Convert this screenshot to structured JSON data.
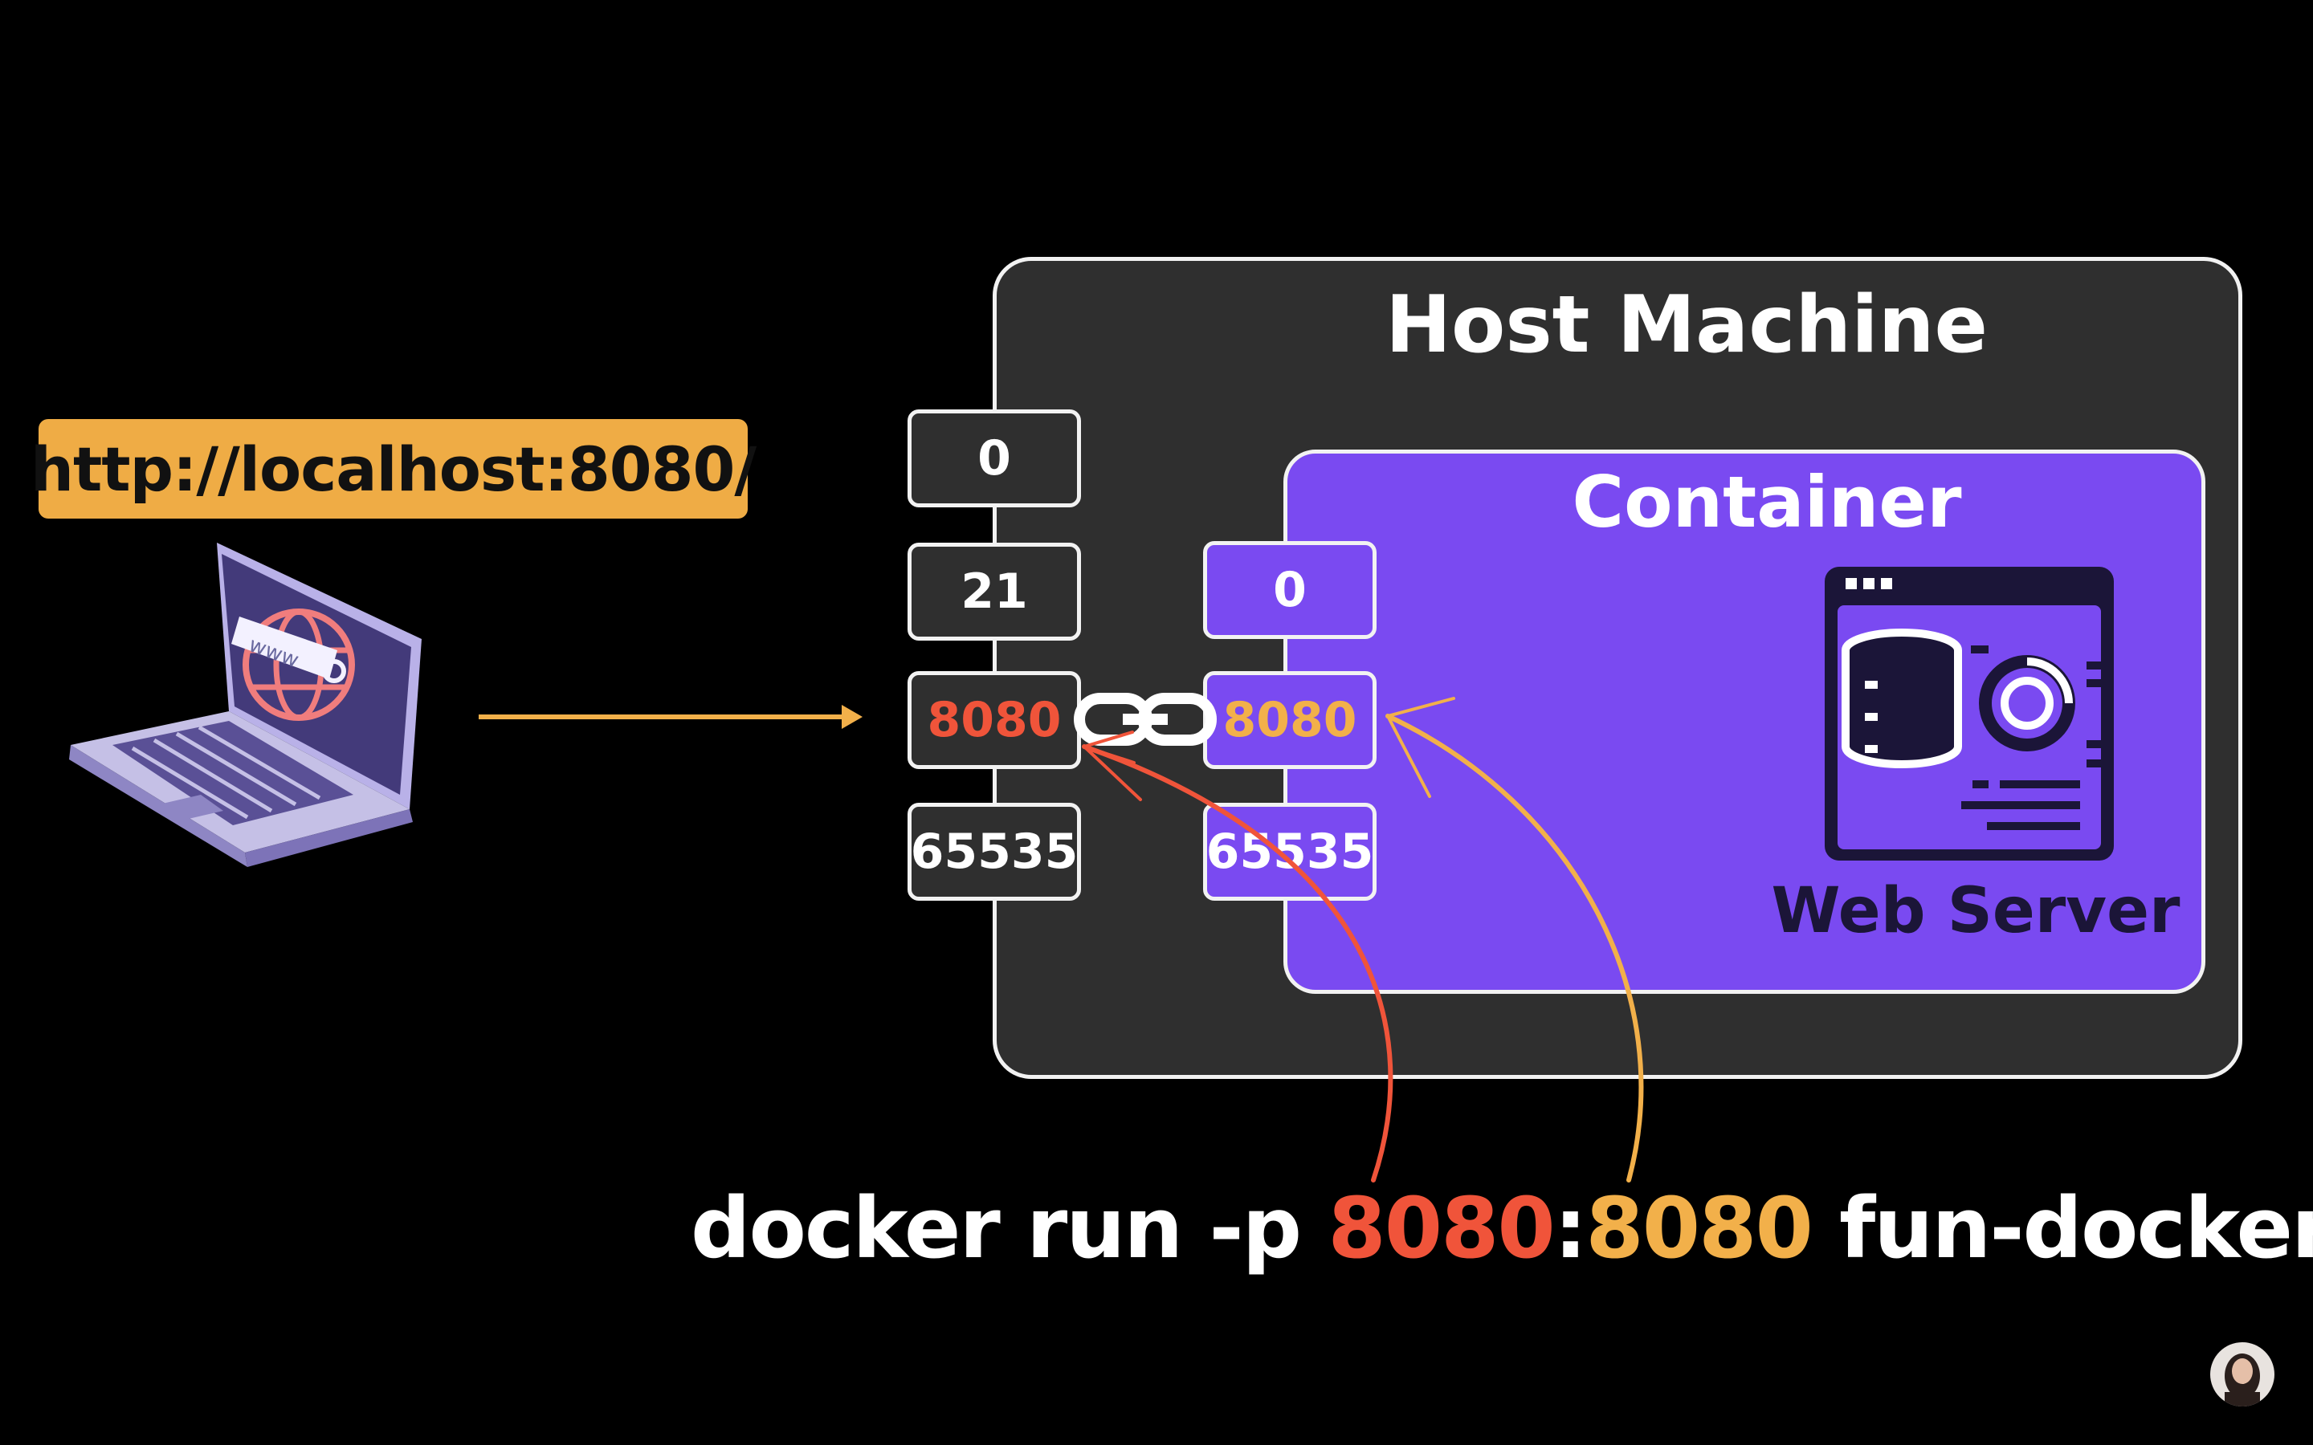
{
  "colors": {
    "background": "#000000",
    "host_fill": "#2f2f2f",
    "container_fill": "#7a4af1",
    "url_badge": "#efac45",
    "host_port_accent": "#f0543a",
    "container_port_accent": "#f2b04a",
    "arrow": "#f2b04a"
  },
  "client": {
    "url": "http://localhost:8080/",
    "laptop_icon": "laptop-icon",
    "screen_label": "www"
  },
  "host": {
    "title": "Host Machine",
    "ports": [
      "0",
      "21",
      "8080",
      "65535"
    ]
  },
  "container": {
    "title": "Container",
    "ports": [
      "0",
      "8080",
      "65535"
    ],
    "service_label": "Web Server",
    "service_icon": "web-server-icon"
  },
  "command": {
    "prefix": "docker run -p ",
    "host_port": "8080",
    "separator": ":",
    "container_port": "8080",
    "suffix": " fun-docker"
  }
}
